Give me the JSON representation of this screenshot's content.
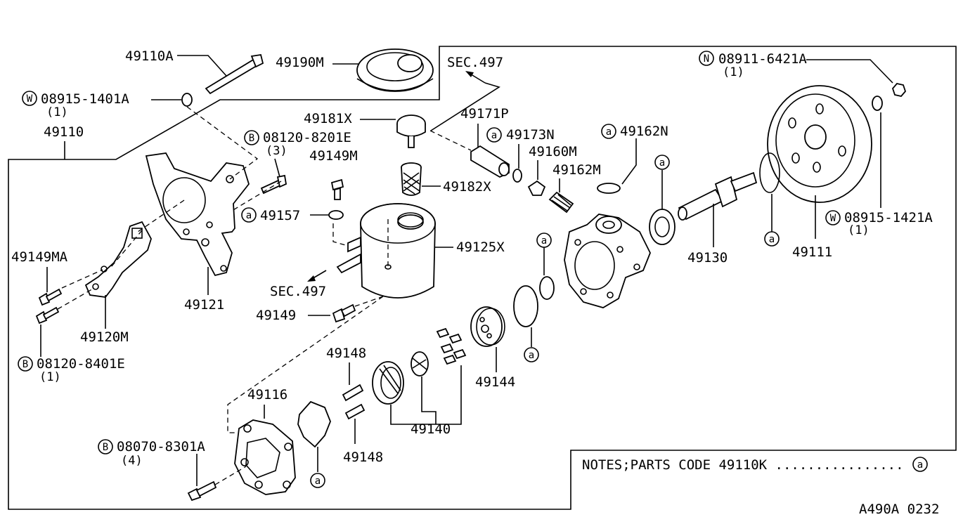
{
  "labels": {
    "p49110A": "49110A",
    "p49190M": "49190M",
    "sec497_top": "SEC.497",
    "w08915_1401A": "08915-1401A",
    "w08915_1401A_qty": "(1)",
    "p49110": "49110",
    "b08120_8201E": "08120-8201E",
    "b08120_8201E_qty": "(3)",
    "p49181X": "49181X",
    "p49171P": "49171P",
    "p49173N": "49173N",
    "p49162N": "49162N",
    "n08911_6421A": "08911-6421A",
    "n08911_6421A_qty": "(1)",
    "p49149M": "49149M",
    "p49160M": "49160M",
    "p49162M": "49162M",
    "p49182X": "49182X",
    "p49157": "49157",
    "p49125X": "49125X",
    "w08915_1421A": "08915-1421A",
    "w08915_1421A_qty": "(1)",
    "p49149MA": "49149MA",
    "sec497_bottom": "SEC.497",
    "p49130": "49130",
    "p49111": "49111",
    "p49121": "49121",
    "p49149": "49149",
    "p49120M": "49120M",
    "b08120_8401E": "08120-8401E",
    "b08120_8401E_qty": "(1)",
    "p49148_top": "49148",
    "p49144": "49144",
    "p49116": "49116",
    "p49140": "49140",
    "b08070_8301A": "08070-8301A",
    "b08070_8301A_qty": "(4)",
    "p49148_bottom": "49148",
    "notes": "NOTES;PARTS CODE  49110K  ................",
    "diagram_code": "A490A 0232"
  },
  "circle_letters": {
    "w": "W",
    "b": "B",
    "n": "N",
    "a": "a"
  }
}
